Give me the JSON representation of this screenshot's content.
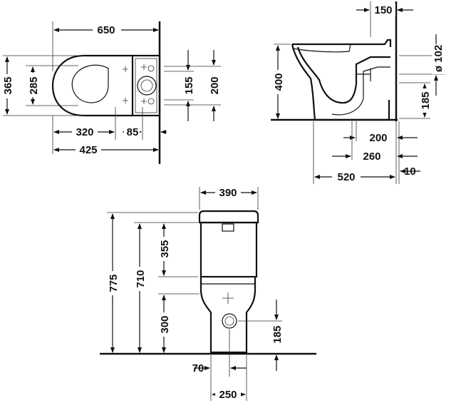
{
  "top_view": {
    "dims": {
      "width_650": "650",
      "depth_365": "365",
      "depth_285": "285",
      "dim_155": "155",
      "dim_200": "200",
      "dim_320": "320",
      "dim_85": "85",
      "dim_425": "425"
    }
  },
  "side_view": {
    "dims": {
      "dim_150": "150",
      "dia_102": "ø 102",
      "height_400": "400",
      "dim_185": "185",
      "dim_200": "200",
      "dim_260": "260",
      "dim_520": "520",
      "dim_10": "10"
    }
  },
  "front_view": {
    "dims": {
      "width_390": "390",
      "height_775": "775",
      "height_710": "710",
      "dim_355": "355",
      "dim_300": "300",
      "dim_185": "185",
      "dim_70": "70",
      "dim_250": "250"
    }
  }
}
